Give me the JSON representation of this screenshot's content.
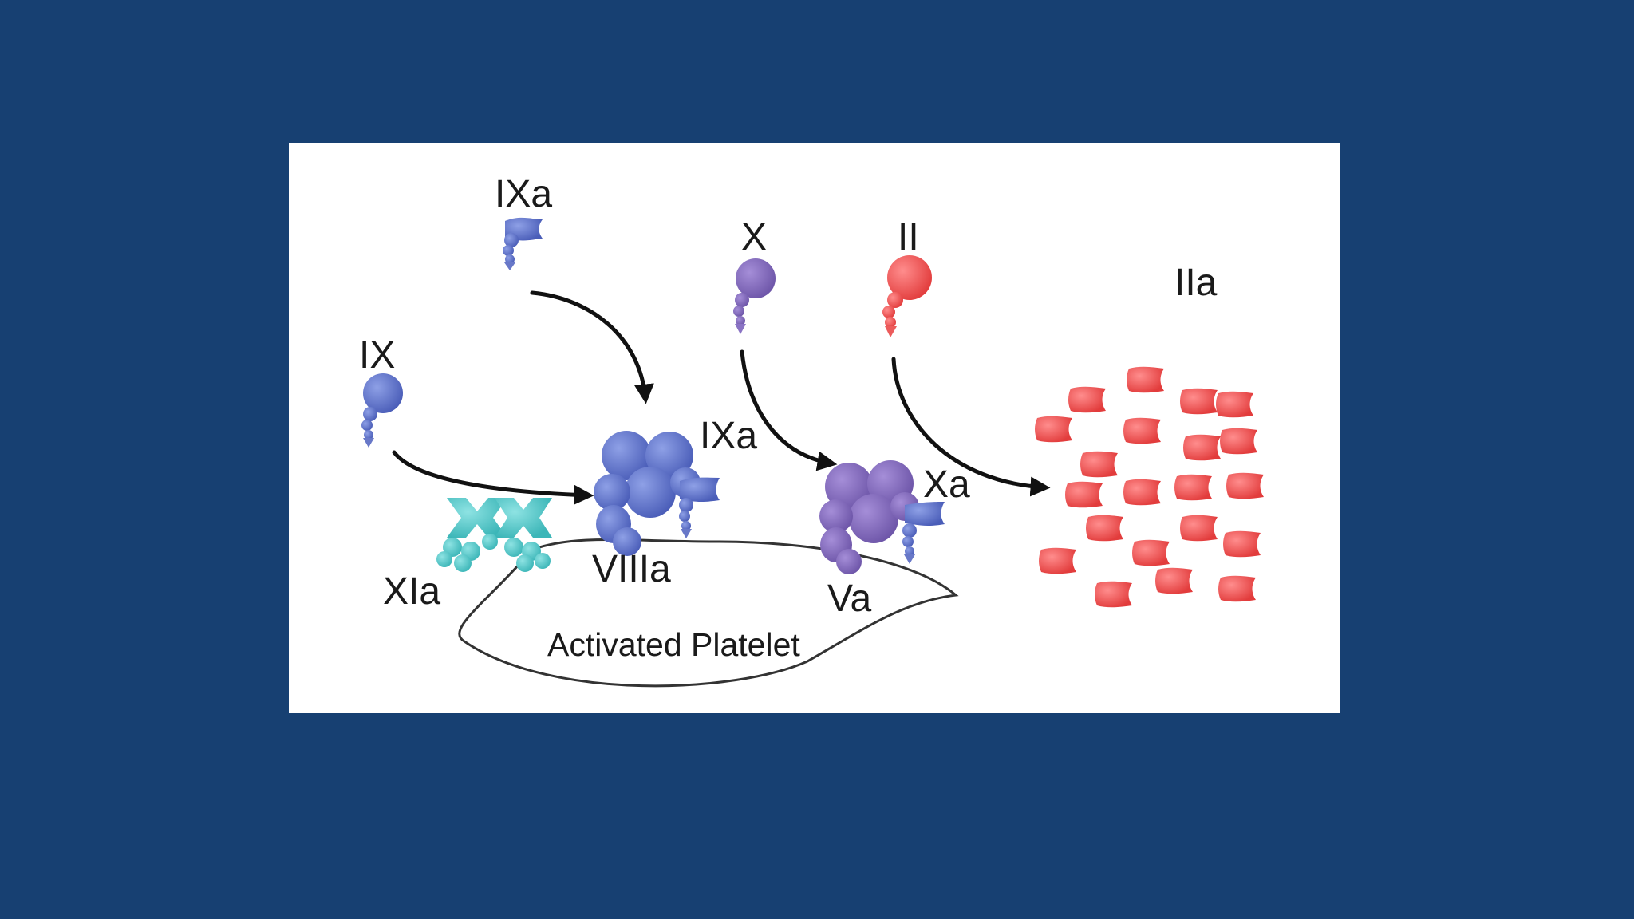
{
  "colors": {
    "background": "#174072",
    "panel": "#ffffff",
    "factor_blue": "#5a6fc4",
    "factor_purple": "#7b63b5",
    "factor_red": "#ec4b4b",
    "factor_teal": "#4fc6c6",
    "arrow": "#111111"
  },
  "diagram": {
    "labels": {
      "ixa_top": "IXa",
      "ix": "IX",
      "x": "X",
      "ii": "II",
      "iia": "IIa",
      "ixa_complex": "IXa",
      "xa_complex": "Xa",
      "xia": "XIa",
      "viiia": "VIIIa",
      "va": "Va",
      "platelet": "Activated Platelet"
    },
    "icons": [
      "factor-ixa-molecule-icon",
      "factor-ix-molecule-icon",
      "factor-x-molecule-icon",
      "factor-ii-molecule-icon",
      "factor-xia-molecule-icon",
      "tenase-complex-icon",
      "prothrombinase-complex-icon",
      "thrombin-cluster-icon",
      "activated-platelet-icon"
    ]
  }
}
